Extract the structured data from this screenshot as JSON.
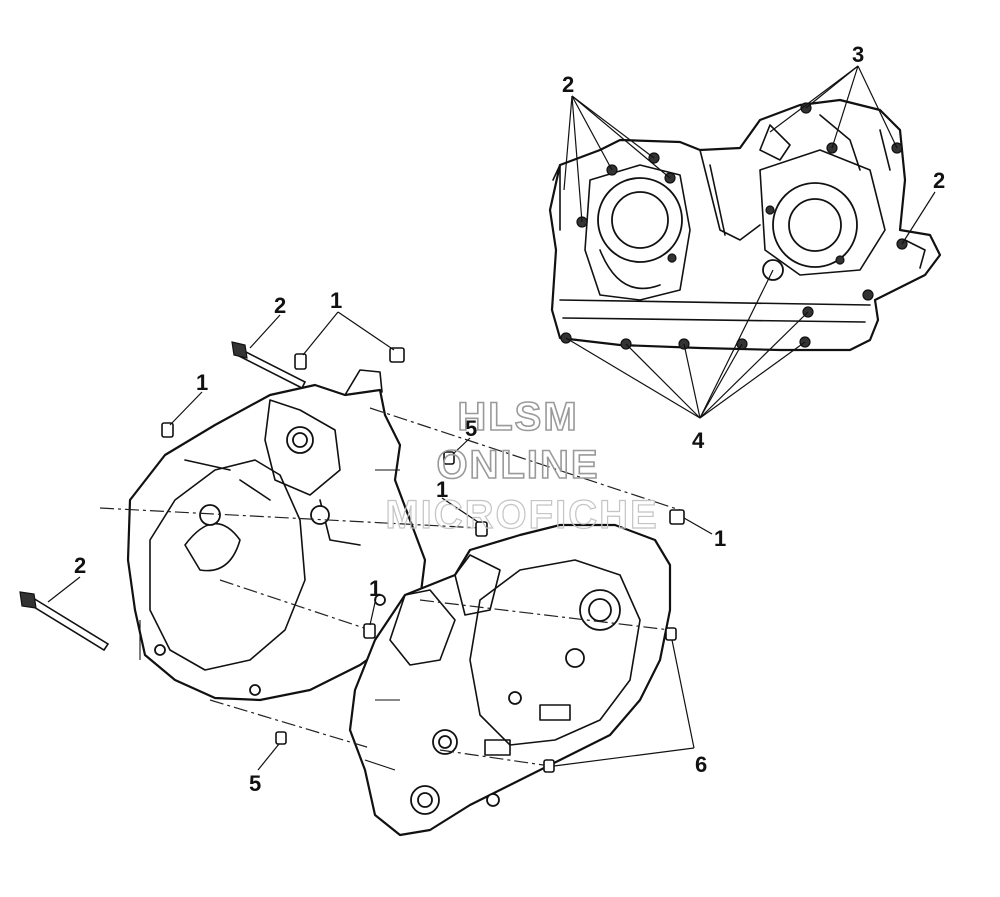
{
  "callouts": {
    "c1": "1",
    "c2": "1",
    "c3": "1",
    "c4": "1",
    "c5": "1",
    "c6": "2",
    "c7": "2",
    "c8": "2",
    "c9": "2",
    "c10": "3",
    "c11": "4",
    "c12": "5",
    "c13": "5",
    "c14": "6"
  },
  "watermark": {
    "line1": "HLSM",
    "line2": "ONLINE",
    "line3": "MICROFICHE"
  }
}
